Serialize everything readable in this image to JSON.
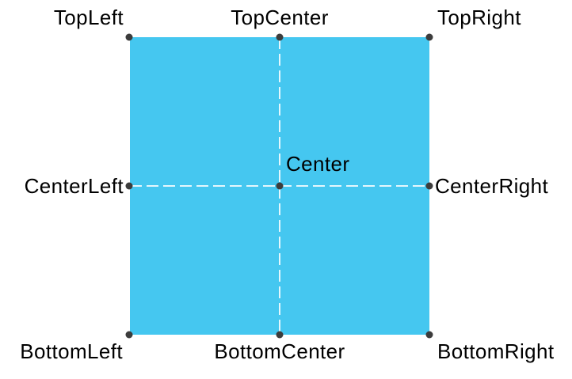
{
  "figure": {
    "description": "Anchor position diagram: cyan rectangle with nine labeled anchor points and dashed center cross lines",
    "colors": {
      "background": "#ffffff",
      "rect": "#45c7f0",
      "dash": "rgba(255,255,255,0.85)",
      "dot": "#3c3c3c",
      "label": "#000000"
    }
  },
  "anchors": {
    "top_left": {
      "label": "TopLeft"
    },
    "top_center": {
      "label": "TopCenter"
    },
    "top_right": {
      "label": "TopRight"
    },
    "center_left": {
      "label": "CenterLeft"
    },
    "center": {
      "label": "Center"
    },
    "center_right": {
      "label": "CenterRight"
    },
    "bottom_left": {
      "label": "BottomLeft"
    },
    "bottom_center": {
      "label": "BottomCenter"
    },
    "bottom_right": {
      "label": "BottomRight"
    }
  }
}
